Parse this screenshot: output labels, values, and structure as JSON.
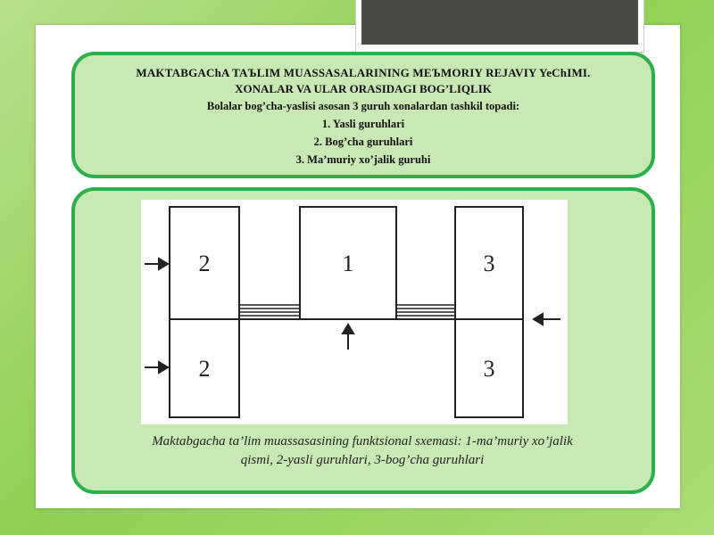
{
  "header": {
    "line1": "MAKTABGAChA TAЪLIM MUASSASALARINING MEЪMORIY REJAVIY YeChIMI.",
    "line2": "XONALAR VA ULAR ORASIDAGI BOG’LIQLIK",
    "line3": "Bolalar bog’cha-yaslisi asosan 3 guruh xonalardan tashkil topadi:",
    "item1": "1. Yasli guruhlari",
    "item2": "2. Bog’cha guruhlari",
    "item3": "3. Ma’muriy xo’jalik guruhi"
  },
  "diagram": {
    "room_left_top": "2",
    "room_left_bottom": "2",
    "room_center": "1",
    "room_right_top": "3",
    "room_right_bottom": "3"
  },
  "caption": {
    "line1": "Maktabgacha ta’lim muassasasining funktsional sxemasi: 1-ma’muriy xo’jalik",
    "line2": "qismi, 2-yasli guruhlari, 3-bog’cha guruhlari"
  },
  "colors": {
    "background": "#9ad45f",
    "panel_border": "#2bb14c",
    "panel_fill": "#c8e8b4",
    "tab_dark": "#4a4a44"
  }
}
